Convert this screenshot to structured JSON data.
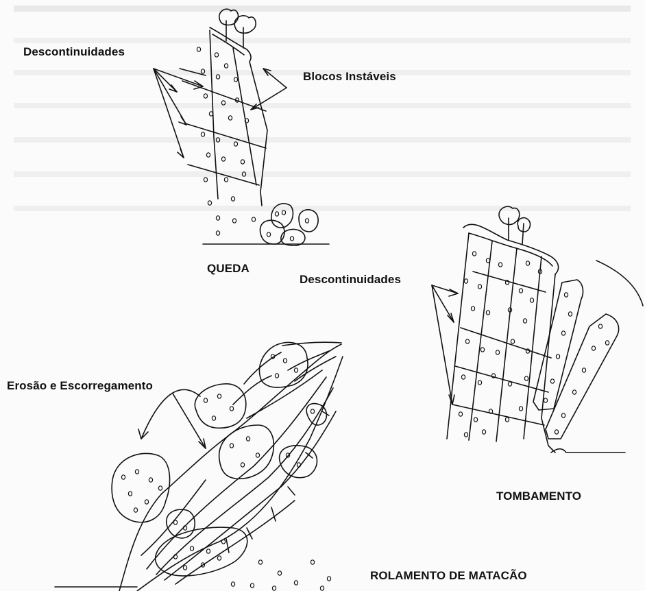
{
  "labels": {
    "descontinuidades_top": "Descontinuidades",
    "blocos_instaveis": "Blocos Instáveis",
    "queda": "QUEDA",
    "descontinuidades_right": "Descontinuidades",
    "erosao": "Erosão e Escorregamento",
    "tombamento": "TOMBAMENTO",
    "rolamento": "ROLAMENTO DE MATACÃO"
  },
  "colors": {
    "ink": "#111111",
    "background": "#fbfbfb",
    "show_through": "#d9d9d9"
  }
}
